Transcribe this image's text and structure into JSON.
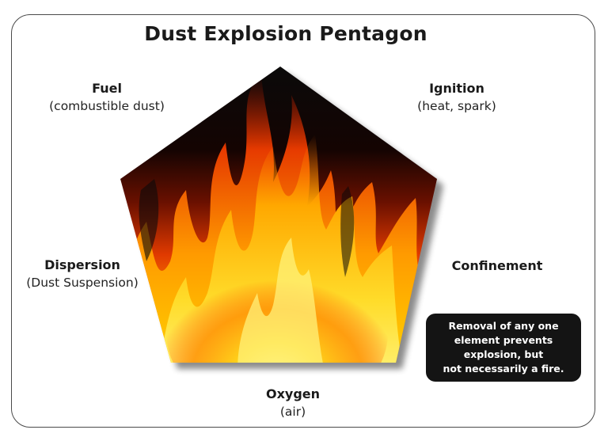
{
  "title": "Dust Explosion Pentagon",
  "elements": {
    "fuel": {
      "name": "Fuel",
      "detail": "(combustible dust)"
    },
    "ignition": {
      "name": "Ignition",
      "detail": "(heat, spark)"
    },
    "dispersion": {
      "name": "Dispersion",
      "detail": "(Dust Suspension)"
    },
    "confinement": {
      "name": "Confinement"
    },
    "oxygen": {
      "name": "Oxygen",
      "detail": "(air)"
    }
  },
  "note": "Removal of any one\nelement prevents\nexplosion, but\nnot necessarily a fire.",
  "colors": {
    "note_background": "#141414",
    "flame_core": "#ffe23a",
    "flame_mid": "#ff8c00",
    "flame_outer": "#d11f00",
    "smoke": "#0a0a0a"
  }
}
